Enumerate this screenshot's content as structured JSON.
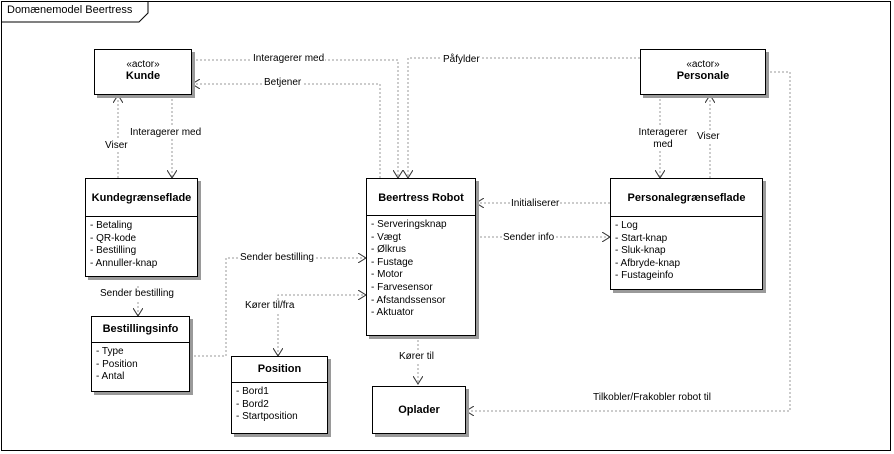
{
  "frame": {
    "title": "Domænemodel Beertress"
  },
  "classes": {
    "kunde": {
      "stereotype": "«actor»",
      "name": "Kunde"
    },
    "personale": {
      "stereotype": "«actor»",
      "name": "Personale"
    },
    "kundegraenseflade": {
      "name": "Kundegrænseflade",
      "items": [
        "- Betaling",
        "- QR-kode",
        "- Bestilling",
        "- Annuller-knap"
      ]
    },
    "robot": {
      "name": "Beertress Robot",
      "items": [
        "- Serveringsknap",
        "- Vægt",
        "- Ølkrus",
        "- Fustage",
        "- Motor",
        "- Farvesensor",
        "- Afstandssensor",
        "- Aktuator"
      ]
    },
    "personalegraenseflade": {
      "name": "Personalegrænseflade",
      "items": [
        "- Log",
        "- Start-knap",
        "- Sluk-knap",
        "- Afbryde-knap",
        "- Fustageinfo"
      ]
    },
    "bestillingsinfo": {
      "name": "Bestillingsinfo",
      "items": [
        "- Type",
        "- Position",
        "- Antal"
      ]
    },
    "position": {
      "name": "Position",
      "items": [
        "- Bord1",
        "- Bord2",
        "- Startposition"
      ]
    },
    "oplader": {
      "name": "Oplader"
    }
  },
  "relations": {
    "interagerer_med_top": "Interagerer med",
    "betjener": "Betjener",
    "paafylder": "Påfylder",
    "kunde_interagerer": "Interagerer med",
    "viser_kunde": "Viser",
    "personale_interagerer": "Interagerer\nmed",
    "viser_personale": "Viser",
    "initialiserer": "Initialiserer",
    "sender_info": "Sender info",
    "sender_bestilling_1": "Sender bestilling",
    "sender_bestilling_2": "Sender bestilling",
    "koerer_til_fra": "Kører til/fra",
    "koerer_til": "Kører til",
    "tilkobler": "Tilkobler/Frakobler robot til"
  }
}
